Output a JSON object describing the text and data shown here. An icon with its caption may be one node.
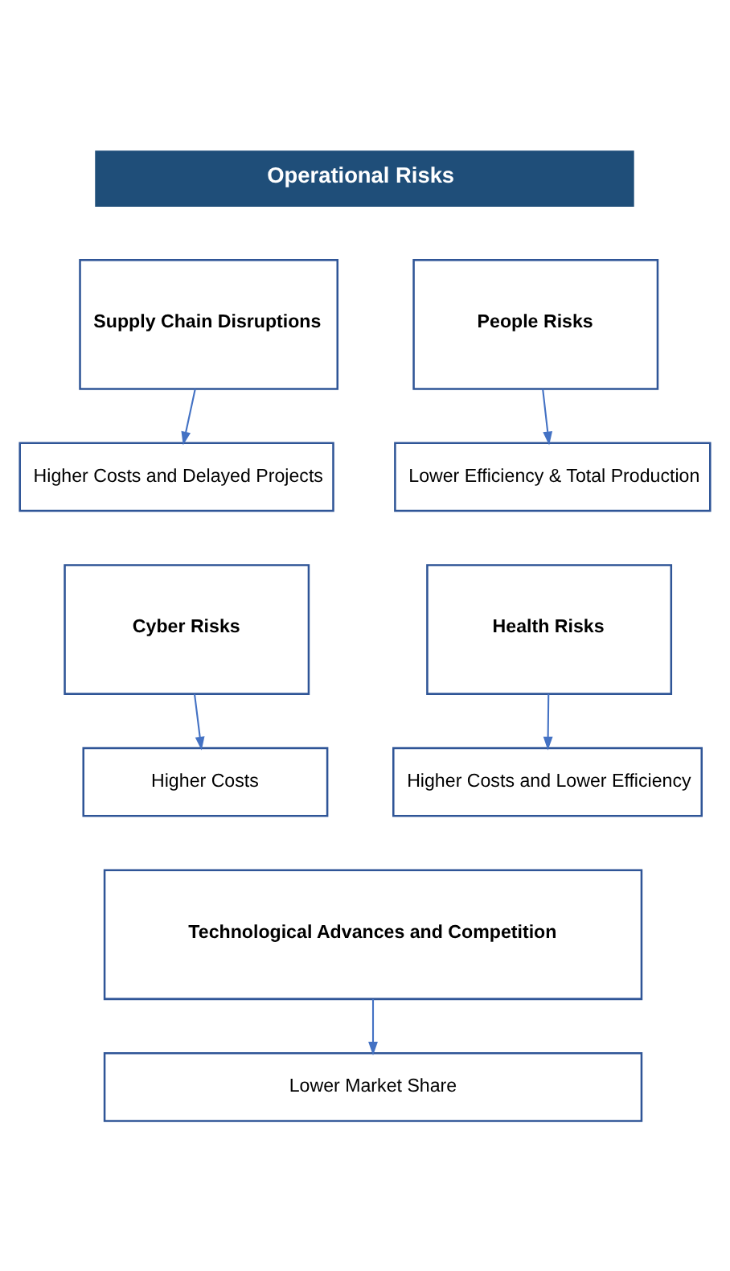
{
  "diagram": {
    "nodes": [
      {
        "text": [
          "Operational Risks"
        ]
      },
      {
        "text": [
          "Supply Chain Disruptions"
        ]
      },
      {
        "text": [
          "People Risks"
        ]
      },
      {
        "text": [
          "Higher Costs and Delayed Projects"
        ]
      },
      {
        "text": [
          "Lower Efficiency & Total Production"
        ]
      },
      {
        "text": [
          "Cyber Risks"
        ]
      },
      {
        "text": [
          "Health Risks"
        ]
      },
      {
        "text": [
          "Higher Costs"
        ]
      },
      {
        "text": [
          "Higher Costs and Lower Efficiency"
        ]
      },
      {
        "text": [
          "Technological Advances and Competition"
        ]
      },
      {
        "text": [
          "Lower Market Share"
        ]
      }
    ],
    "edges": [
      {
        "from": 1,
        "to": 3,
        "arrow": "to"
      },
      {
        "from": 2,
        "to": 4,
        "arrow": "to"
      },
      {
        "from": 5,
        "to": 7,
        "arrow": "to"
      },
      {
        "from": 6,
        "to": 8,
        "arrow": "to"
      },
      {
        "from": 9,
        "to": 10,
        "arrow": "to"
      }
    ]
  }
}
